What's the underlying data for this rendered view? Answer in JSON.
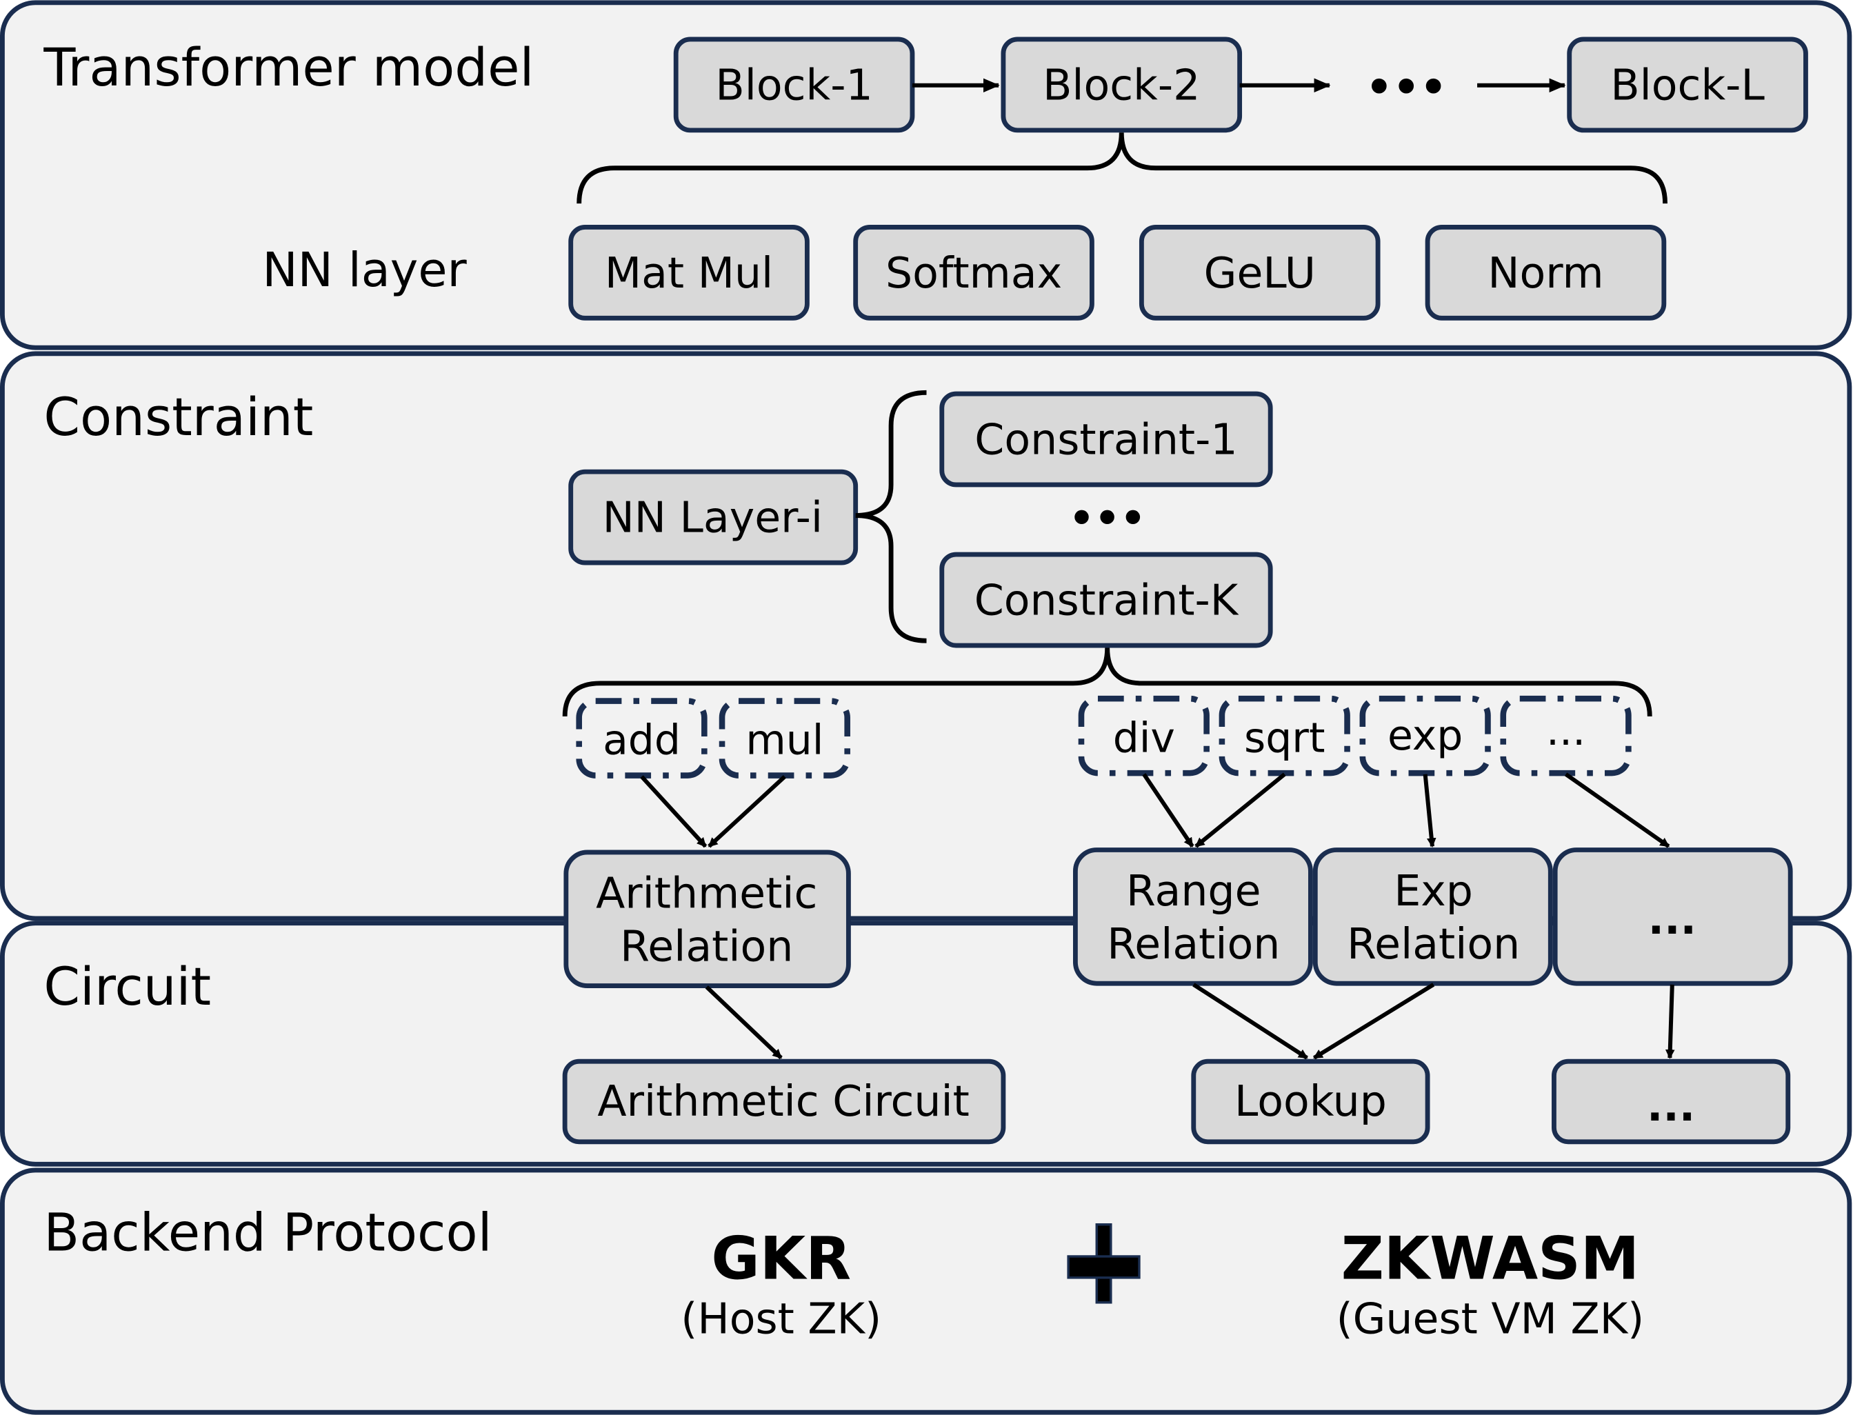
{
  "colors": {
    "panel_fill": "#f2f2f2",
    "panel_border": "#1a2d4f",
    "box_fill": "#d9d9d9",
    "arrow": "#000000"
  },
  "sections": {
    "transformer": {
      "title": "Transformer model",
      "sublabel": "NN layer",
      "blocks": [
        "Block-1",
        "Block-2",
        "Block-L"
      ],
      "ellipsis": "•••",
      "layers": [
        "Mat Mul",
        "Softmax",
        "GeLU",
        "Norm"
      ]
    },
    "constraint": {
      "title": "Constraint",
      "layer": "NN Layer-i",
      "constraints": [
        "Constraint-1",
        "Constraint-K"
      ],
      "ellipsis": "•••",
      "ops": [
        "add",
        "mul",
        "div",
        "sqrt",
        "exp",
        "..."
      ],
      "relations": [
        [
          "Arithmetic",
          "Relation"
        ],
        [
          "Range",
          "Relation"
        ],
        [
          "Exp",
          "Relation"
        ],
        [
          "..."
        ]
      ]
    },
    "circuit": {
      "title": "Circuit",
      "circuits": [
        "Arithmetic Circuit",
        "Lookup",
        "..."
      ]
    },
    "backend": {
      "title": "Backend Protocol",
      "left": {
        "name": "GKR",
        "desc": "(Host ZK)"
      },
      "plus": "+",
      "right": {
        "name": "ZKWASM",
        "desc": "(Guest VM ZK)"
      }
    }
  }
}
